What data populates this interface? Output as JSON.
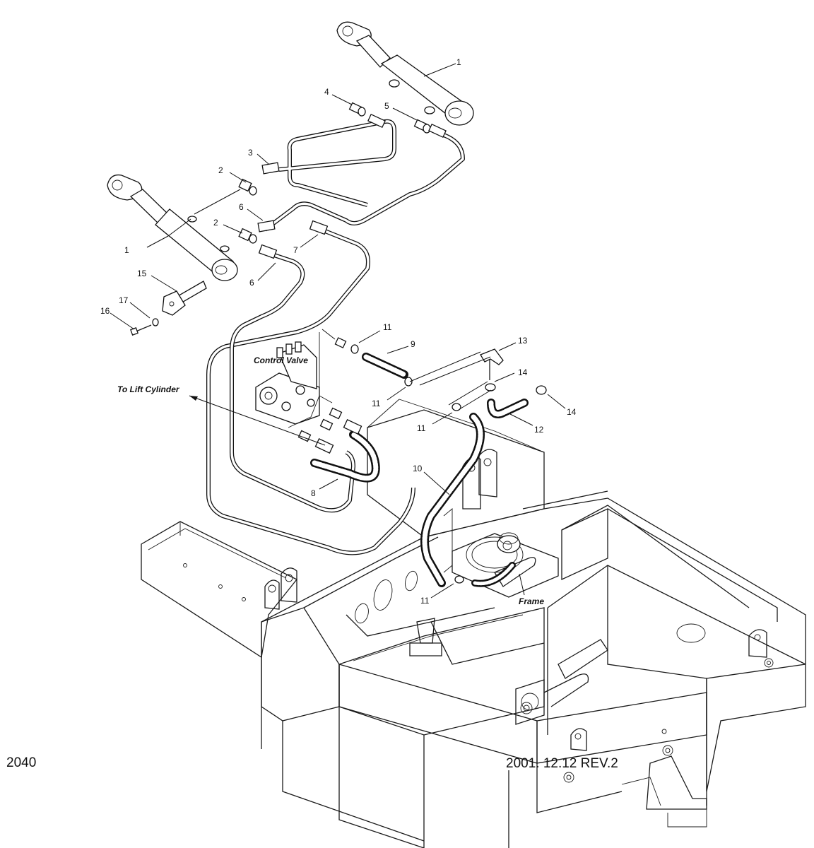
{
  "drawing": {
    "number": "2040",
    "revision": "2001. 12.12 REV.2"
  },
  "labels": {
    "control_valve": "Control Valve",
    "to_lift_cylinder": "To Lift Cylinder",
    "frame": "Frame"
  },
  "callouts": {
    "c1a": "1",
    "c1b": "1",
    "c2a": "2",
    "c2b": "2",
    "c3": "3",
    "c4": "4",
    "c5": "5",
    "c6a": "6",
    "c6b": "6",
    "c7": "7",
    "c8": "8",
    "c9": "9",
    "c10": "10",
    "c11a": "11",
    "c11b": "11",
    "c11c": "11",
    "c11d": "11",
    "c12": "12",
    "c13": "13",
    "c14a": "14",
    "c14b": "14",
    "c15": "15",
    "c16": "16",
    "c17": "17"
  }
}
